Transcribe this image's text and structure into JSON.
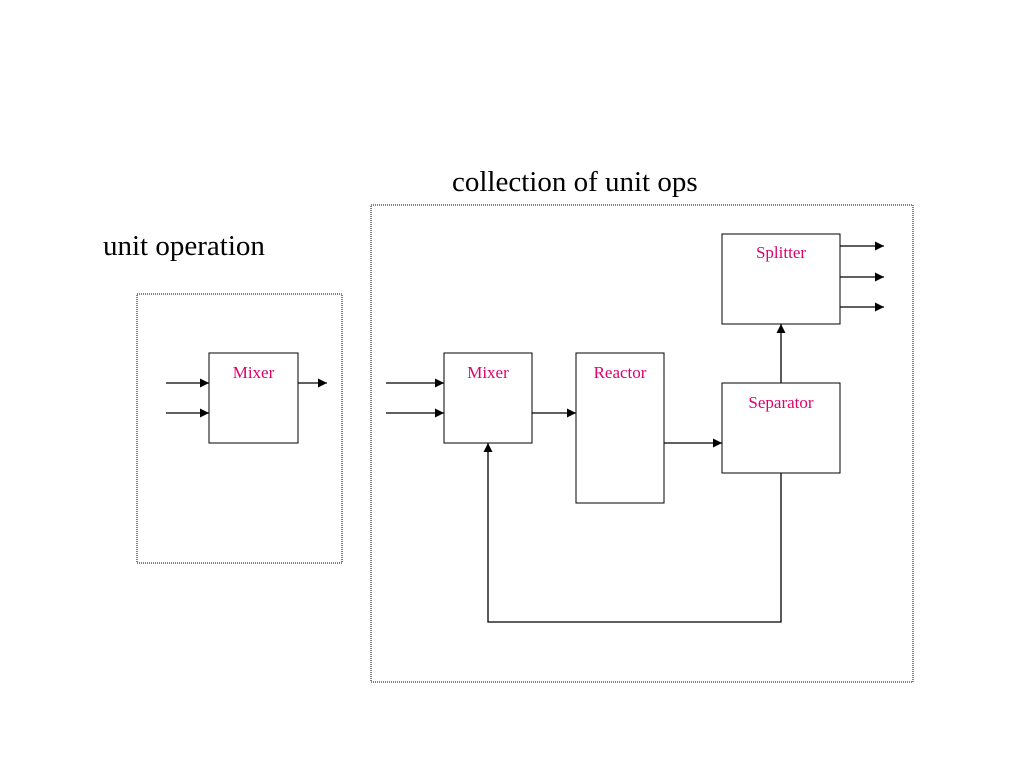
{
  "titles": {
    "unit_operation": "unit operation",
    "collection": "collection of unit ops"
  },
  "units": {
    "single_mixer": "Mixer",
    "mixer": "Mixer",
    "reactor": "Reactor",
    "separator": "Separator",
    "splitter": "Splitter"
  },
  "colors": {
    "unit_label": "#e0006a",
    "line": "#000000",
    "background": "#ffffff"
  }
}
